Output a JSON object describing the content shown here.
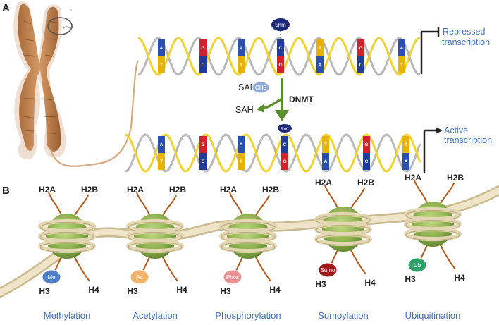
{
  "panels": {
    "a": "A",
    "b": "B"
  },
  "dna_top": {
    "mark": "5hm",
    "bases": [
      [
        "A",
        "T"
      ],
      [
        "G",
        "C"
      ],
      [
        "A",
        "T"
      ],
      [
        "C",
        "G"
      ],
      [
        "T",
        "A"
      ],
      [
        "G",
        "C"
      ],
      [
        "A",
        "T"
      ]
    ],
    "label": [
      "Repressed",
      "transcription"
    ]
  },
  "reaction": {
    "sam": "SAM",
    "ch3": "CH3",
    "sah": "SAH",
    "enzyme": "DNMT"
  },
  "dna_bottom": {
    "mark": "5mC",
    "bases": [
      [
        "A",
        "T"
      ],
      [
        "G",
        "C"
      ],
      [
        "A",
        "T"
      ],
      [
        "C",
        "G"
      ],
      [
        "T",
        "A"
      ],
      [
        "G",
        "C"
      ],
      [
        "T",
        "A"
      ]
    ],
    "label": [
      "Active",
      "transcription"
    ]
  },
  "nucleosomes": [
    {
      "h2a": "H2A",
      "h2b": "H2B",
      "h3": "H3",
      "h4": "H4",
      "mod": "Me",
      "color": "#4f7fc6",
      "name": "Methylation"
    },
    {
      "h2a": "H2A",
      "h2b": "H2B",
      "h3": "H3",
      "h4": "H4",
      "mod": "Ac",
      "color": "#f2b269",
      "name": "Acetylation"
    },
    {
      "h2a": "H2A",
      "h2b": "H2B",
      "h3": "H3",
      "h4": "H4",
      "mod": "Phos",
      "color": "#e89090",
      "name": "Phosphorylation"
    },
    {
      "h2a": "H2A",
      "h2b": "H2B",
      "h3": "H3",
      "h4": "H4",
      "mod": "Sumo",
      "color": "#a01818",
      "name": "Sumoylation"
    },
    {
      "h2a": "H2A",
      "h2b": "H2B",
      "h3": "H3",
      "h4": "H4",
      "mod": "Ub",
      "color": "#2fa06a",
      "name": "Ubiquitination"
    }
  ]
}
